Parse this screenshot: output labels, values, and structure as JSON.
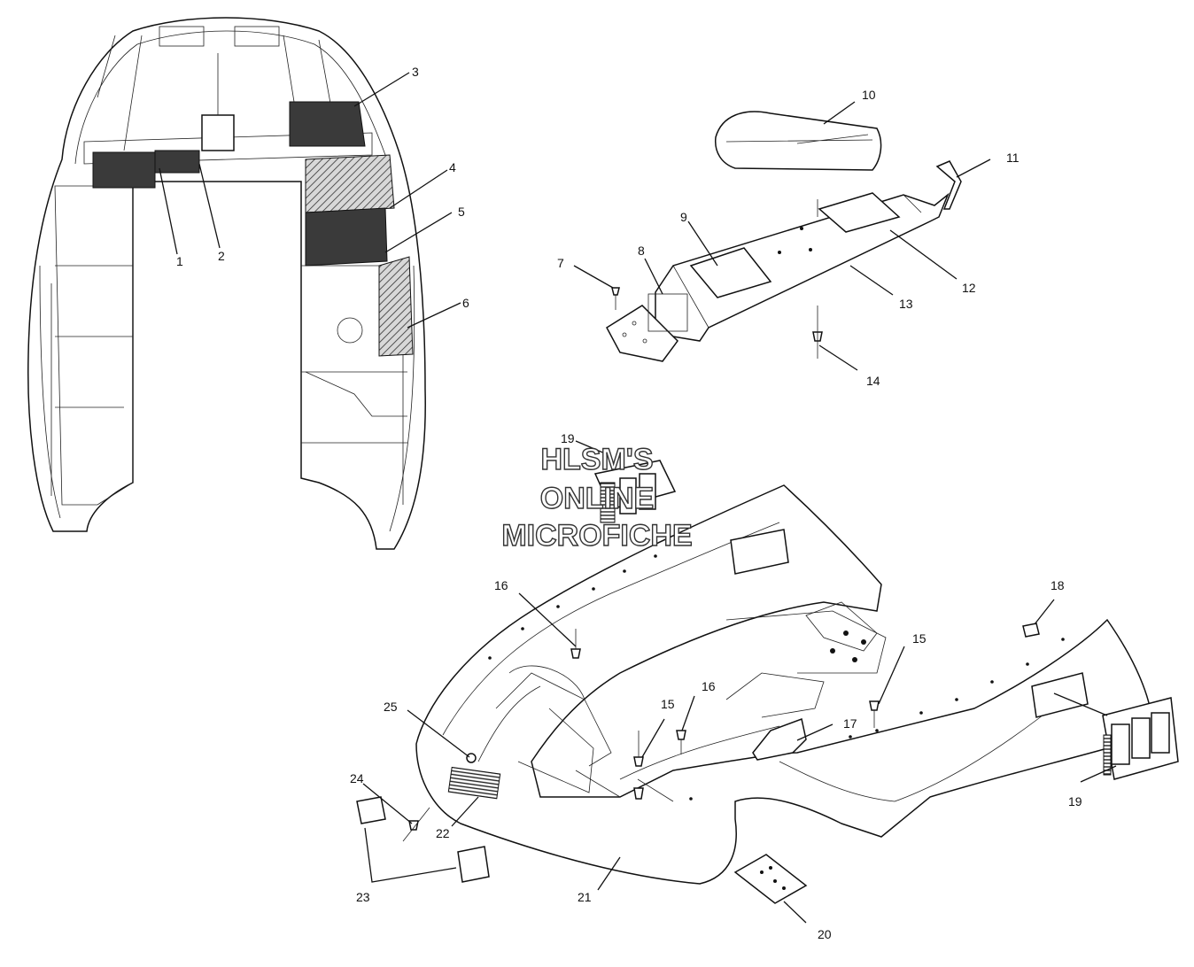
{
  "watermark": {
    "line1": "HLSM'S",
    "line2": "ONLINE",
    "line3": "MICROFICHE"
  },
  "callouts": {
    "c1": "1",
    "c2": "2",
    "c3": "3",
    "c4": "4",
    "c5": "5",
    "c6": "6",
    "c7": "7",
    "c8": "8",
    "c9": "9",
    "c10": "10",
    "c11": "11",
    "c12": "12",
    "c13": "13",
    "c14": "14",
    "c15a": "15",
    "c15b": "15",
    "c16a": "16",
    "c16b": "16",
    "c17": "17",
    "c18": "18",
    "c19a": "19",
    "c19b": "19",
    "c20": "20",
    "c21": "21",
    "c22": "22",
    "c23": "23",
    "c24": "24",
    "c25": "25"
  },
  "colors": {
    "line": "#111111",
    "shade": "#3a3a3a",
    "background": "#ffffff"
  }
}
